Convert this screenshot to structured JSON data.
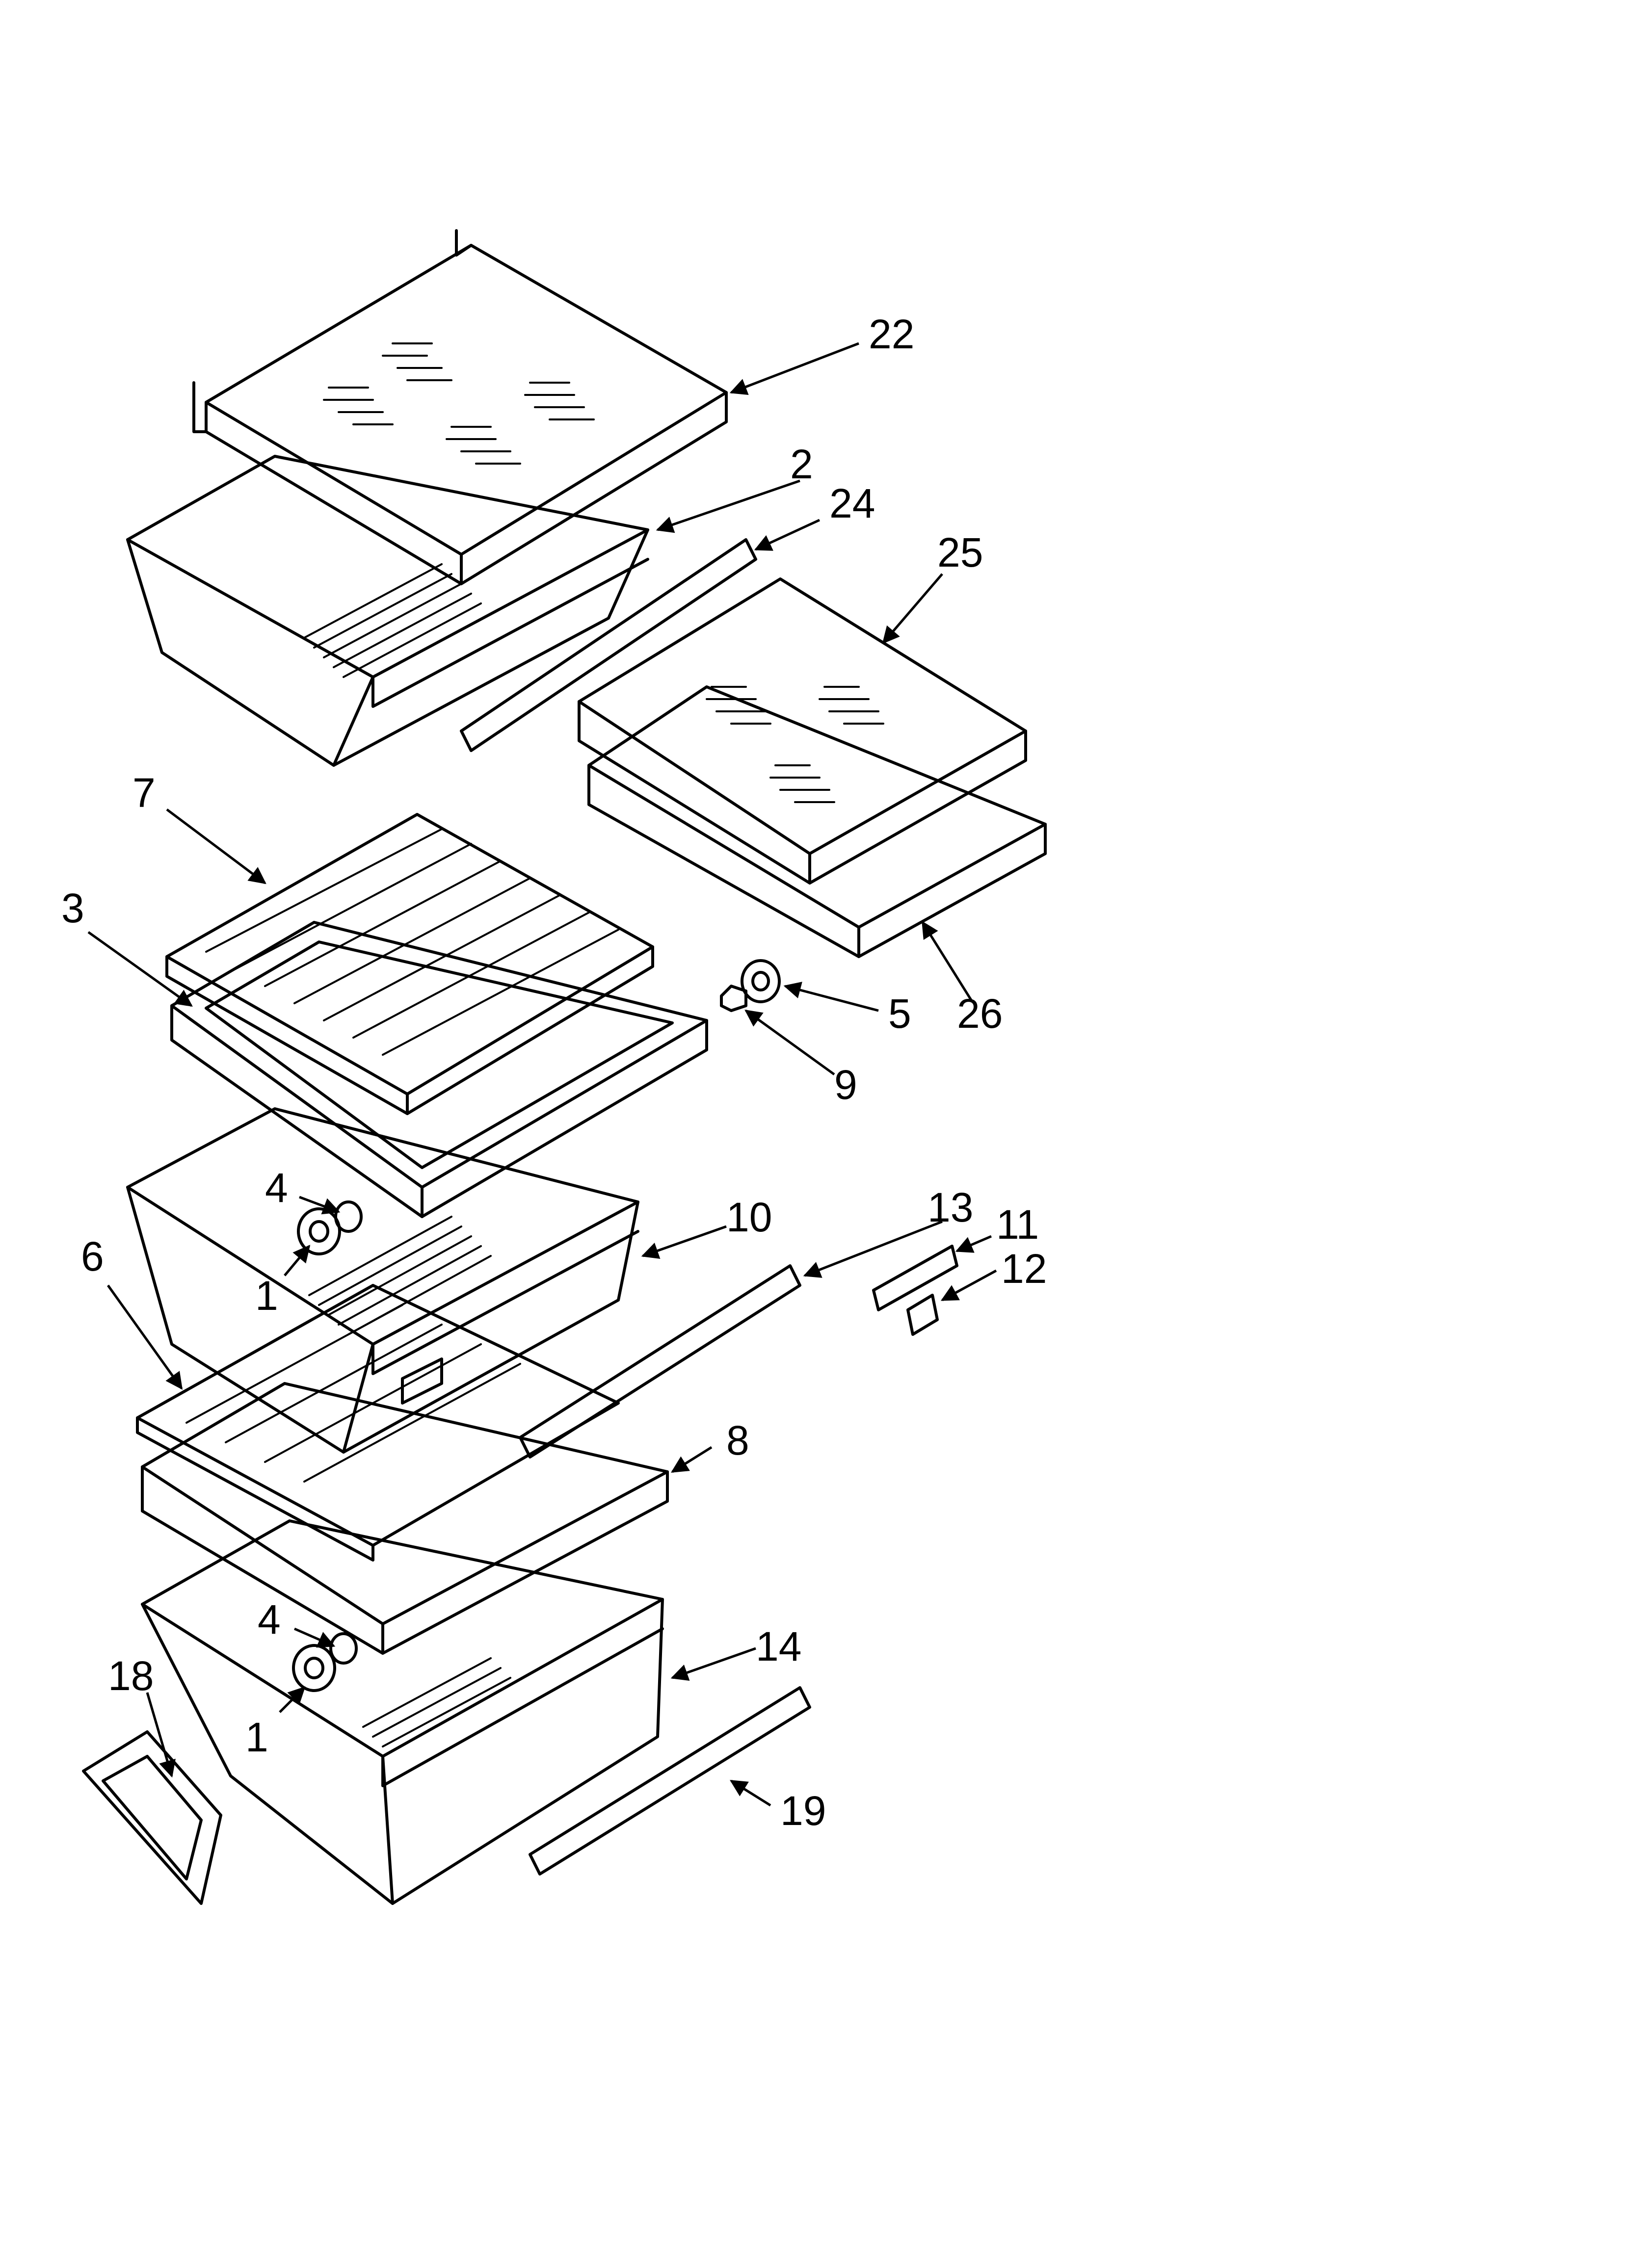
{
  "callouts": [
    {
      "id": "c22",
      "text": "22"
    },
    {
      "id": "c2",
      "text": "2"
    },
    {
      "id": "c24",
      "text": "24"
    },
    {
      "id": "c25",
      "text": "25"
    },
    {
      "id": "c7",
      "text": "7"
    },
    {
      "id": "c3",
      "text": "3"
    },
    {
      "id": "c5",
      "text": "5"
    },
    {
      "id": "c26",
      "text": "26"
    },
    {
      "id": "c9",
      "text": "9"
    },
    {
      "id": "c4a",
      "text": "4"
    },
    {
      "id": "c10",
      "text": "10"
    },
    {
      "id": "c13",
      "text": "13"
    },
    {
      "id": "c11",
      "text": "11"
    },
    {
      "id": "c12",
      "text": "12"
    },
    {
      "id": "c6",
      "text": "6"
    },
    {
      "id": "c1a",
      "text": "1"
    },
    {
      "id": "c8",
      "text": "8"
    },
    {
      "id": "c4b",
      "text": "4"
    },
    {
      "id": "c14",
      "text": "14"
    },
    {
      "id": "c18",
      "text": "18"
    },
    {
      "id": "c1b",
      "text": "1"
    },
    {
      "id": "c19",
      "text": "19"
    }
  ]
}
